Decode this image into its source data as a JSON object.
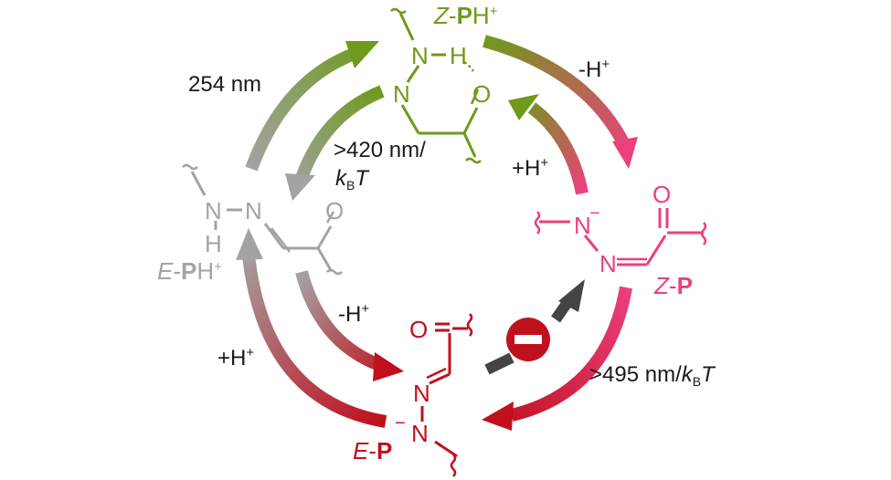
{
  "colors": {
    "green": "#6f9a1b",
    "gray": "#a3a3a3",
    "pink": "#ec3f7d",
    "red": "#c0101e",
    "dark": "#444444",
    "black": "#1a1a1a"
  },
  "icons": {
    "blocked": "no-entry-icon"
  },
  "species": {
    "z_ph": {
      "prefix": "Z",
      "core": "P",
      "suffix": "H",
      "charge": "+"
    },
    "e_ph": {
      "prefix": "E",
      "core": "P",
      "suffix": "H",
      "charge": "+"
    },
    "z_p": {
      "prefix": "Z",
      "core": "P"
    },
    "e_p": {
      "prefix": "E",
      "core": "P"
    }
  },
  "atoms": {
    "n": "N",
    "h": "H",
    "o": "O",
    "minus": "−",
    "dash": "-"
  },
  "conditions": {
    "uv": "254 nm",
    "vis_420": ">420 nm/",
    "vis_495": ">495 nm/",
    "kb_k": "k",
    "kb_b": "B",
    "kb_t": "T",
    "deprot": "-H",
    "prot": "+H",
    "plus": "+"
  }
}
